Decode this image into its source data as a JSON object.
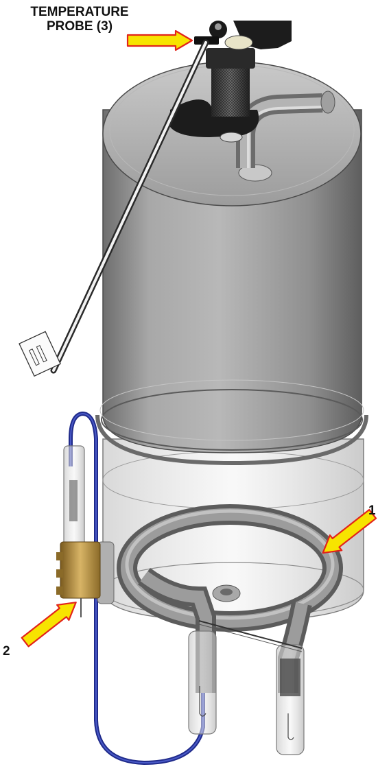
{
  "labels": {
    "probe_line1": "TEMPERATURE",
    "probe_line2": "PROBE (3)",
    "one": "1",
    "two": "2"
  },
  "colors": {
    "arrow_fill": "#f7e400",
    "arrow_stroke": "#e2231a",
    "tank_body": "#9a9a9a",
    "coil": "#8c8c8c",
    "blue_tube": "#1f2a8a",
    "brass": "#c9a24a"
  },
  "icons": [
    "arrow-right-icon",
    "arrow-down-left-icon",
    "arrow-up-right-icon"
  ]
}
